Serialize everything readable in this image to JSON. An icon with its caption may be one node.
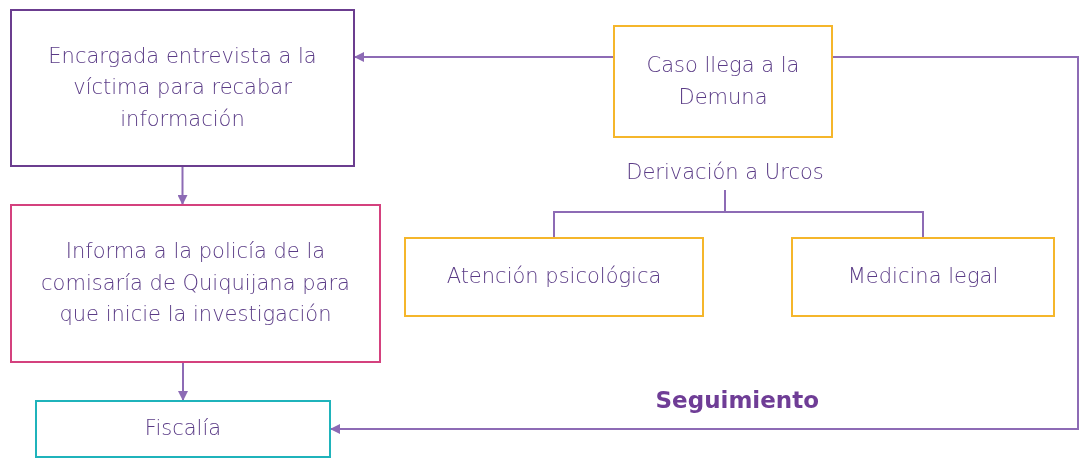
{
  "diagram": {
    "nodes": [
      {
        "text": [
          "Encargada entrevista a la víctima para recabar información"
        ]
      },
      {
        "text": [
          "Caso llega a la Demuna"
        ]
      },
      {
        "text": [
          "Derivación a Urcos"
        ]
      },
      {
        "text": [
          "Informa a la policía de la comisaría de Quiquijana para que inicie la investigación"
        ]
      },
      {
        "text": [
          "Atención psicológica"
        ]
      },
      {
        "text": [
          "Medicina legal"
        ]
      },
      {
        "text": [
          "Fiscalía"
        ]
      }
    ],
    "edges": [
      {
        "from": 1,
        "to": 0,
        "arrow": "to"
      },
      {
        "from": 0,
        "to": 3,
        "arrow": "to"
      },
      {
        "from": 3,
        "to": 6,
        "arrow": "to"
      },
      {
        "from": 1,
        "to": 6,
        "arrow": "to",
        "label": "Seguimiento"
      },
      {
        "from": 2,
        "to": 4,
        "arrow": "none"
      },
      {
        "from": 2,
        "to": 5,
        "arrow": "none"
      }
    ]
  }
}
